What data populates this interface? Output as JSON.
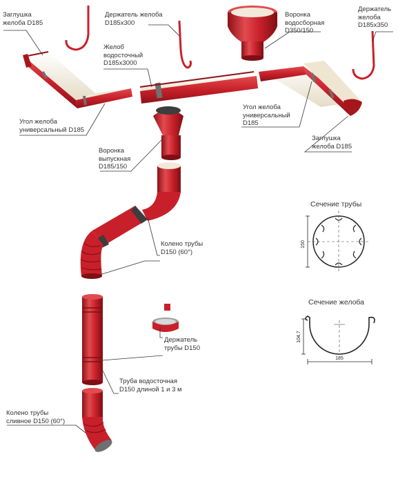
{
  "colors": {
    "product_red": "#c8202a",
    "dark_red": "#8e1117",
    "light_red": "#e14b4f",
    "interior_cream": "#f1eadb",
    "seal_gray": "#6f6f6f",
    "leader_line": "#333333",
    "text": "#333333"
  },
  "labels": {
    "end_cap_left": [
      "Заглушка",
      "желоба D185"
    ],
    "gutter_holder_300": [
      "Держатель желоба",
      "D185x300"
    ],
    "gutter": [
      "Желоб",
      "водосточный",
      "D185x3000"
    ],
    "collecting_funnel": [
      "Воронка",
      "водосборная",
      "D350/150"
    ],
    "gutter_holder_350": [
      "Держатель",
      "желоба",
      "D185x350"
    ],
    "corner_left": [
      "Угол желоба",
      "универсальный D185"
    ],
    "corner_right": [
      "Угол желоба",
      "универсальный",
      "D185"
    ],
    "end_cap_right": [
      "Заглушка",
      "желоба D185"
    ],
    "outlet_funnel": [
      "Воронка",
      "выпускная",
      "D185/150"
    ],
    "pipe_elbow": [
      "Колено трубы",
      "D150 (60°)"
    ],
    "pipe_holder": [
      "Держатель",
      "трубы D150"
    ],
    "downpipe": [
      "Труба водосточная",
      "D150 длиной 1 и 3 м"
    ],
    "drain_elbow": [
      "Колено трубы",
      "сливное D150 (60°)"
    ]
  },
  "sections": {
    "pipe": {
      "title": "Сечение трубы",
      "dimension": "150"
    },
    "gutter": {
      "title": "Сечение желоба",
      "width": "185",
      "height": "104,7"
    }
  }
}
